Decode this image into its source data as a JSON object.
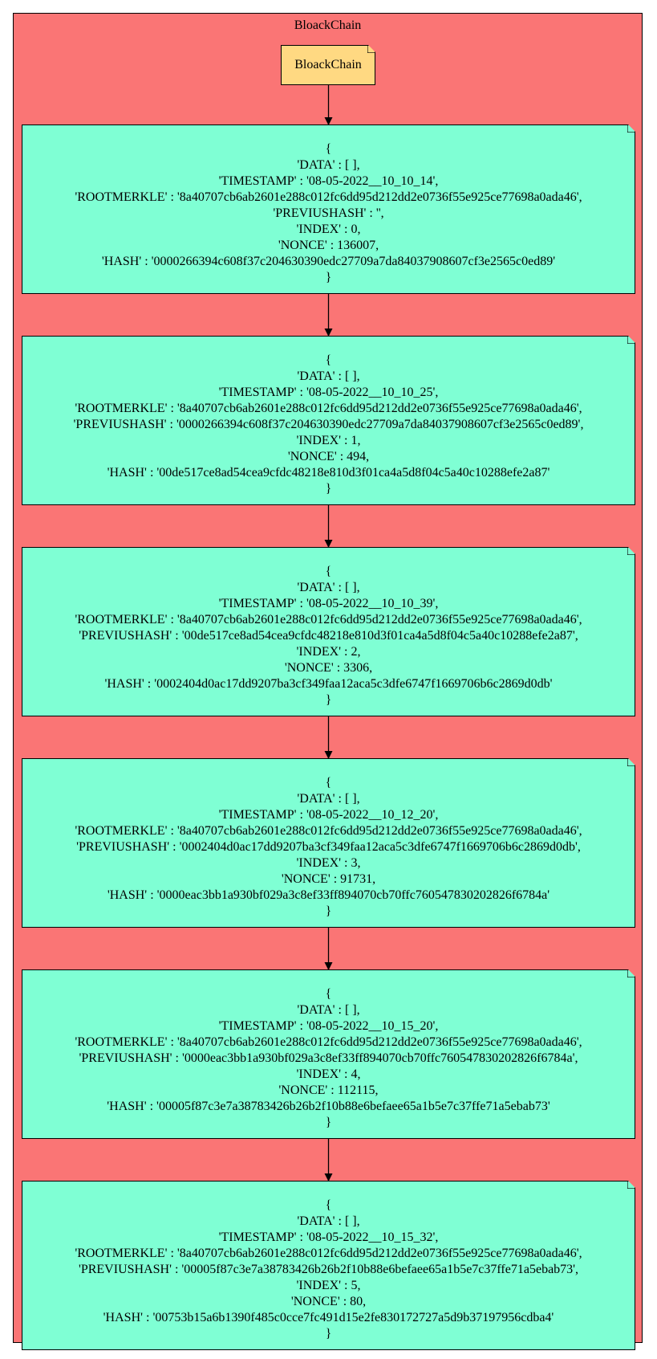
{
  "cluster": {
    "label": "BloackChain"
  },
  "root": {
    "label": "BloackChain"
  },
  "colors": {
    "cluster_fill": "#fa7575",
    "root_fill": "#ffd982",
    "block_fill": "#7fffd4",
    "edge": "#000000"
  },
  "blocks": [
    {
      "open": "{",
      "data": "'DATA' : [ ],",
      "timestamp": "'TIMESTAMP' : '08-05-2022__10_10_14',",
      "rootmerkle": "'ROOTMERKLE' : '8a40707cb6ab2601e288c012fc6dd95d212dd2e0736f55e925ce77698a0ada46',",
      "prevhash": "'PREVIUSHASH' : '',",
      "index": "'INDEX' : 0,",
      "nonce": "'NONCE' : 136007,",
      "hash": "'HASH' : '0000266394c608f37c204630390edc27709a7da84037908607cf3e2565c0ed89'",
      "close": "}"
    },
    {
      "open": "{",
      "data": "'DATA' : [ ],",
      "timestamp": "'TIMESTAMP' : '08-05-2022__10_10_25',",
      "rootmerkle": "'ROOTMERKLE' : '8a40707cb6ab2601e288c012fc6dd95d212dd2e0736f55e925ce77698a0ada46',",
      "prevhash": "'PREVIUSHASH' : '0000266394c608f37c204630390edc27709a7da84037908607cf3e2565c0ed89',",
      "index": "'INDEX' : 1,",
      "nonce": "'NONCE' : 494,",
      "hash": "'HASH' : '00de517ce8ad54cea9cfdc48218e810d3f01ca4a5d8f04c5a40c10288efe2a87'",
      "close": "}"
    },
    {
      "open": "{",
      "data": "'DATA' : [ ],",
      "timestamp": "'TIMESTAMP' : '08-05-2022__10_10_39',",
      "rootmerkle": "'ROOTMERKLE' : '8a40707cb6ab2601e288c012fc6dd95d212dd2e0736f55e925ce77698a0ada46',",
      "prevhash": "'PREVIUSHASH' : '00de517ce8ad54cea9cfdc48218e810d3f01ca4a5d8f04c5a40c10288efe2a87',",
      "index": "'INDEX' : 2,",
      "nonce": "'NONCE' : 3306,",
      "hash": "'HASH' : '0002404d0ac17dd9207ba3cf349faa12aca5c3dfe6747f1669706b6c2869d0db'",
      "close": "}"
    },
    {
      "open": "{",
      "data": "'DATA' : [ ],",
      "timestamp": "'TIMESTAMP' : '08-05-2022__10_12_20',",
      "rootmerkle": "'ROOTMERKLE' : '8a40707cb6ab2601e288c012fc6dd95d212dd2e0736f55e925ce77698a0ada46',",
      "prevhash": "'PREVIUSHASH' : '0002404d0ac17dd9207ba3cf349faa12aca5c3dfe6747f1669706b6c2869d0db',",
      "index": "'INDEX' : 3,",
      "nonce": "'NONCE' : 91731,",
      "hash": "'HASH' : '0000eac3bb1a930bf029a3c8ef33ff894070cb70ffc760547830202826f6784a'",
      "close": "}"
    },
    {
      "open": "{",
      "data": "'DATA' : [ ],",
      "timestamp": "'TIMESTAMP' : '08-05-2022__10_15_20',",
      "rootmerkle": "'ROOTMERKLE' : '8a40707cb6ab2601e288c012fc6dd95d212dd2e0736f55e925ce77698a0ada46',",
      "prevhash": "'PREVIUSHASH' : '0000eac3bb1a930bf029a3c8ef33ff894070cb70ffc760547830202826f6784a',",
      "index": "'INDEX' : 4,",
      "nonce": "'NONCE' : 112115,",
      "hash": "'HASH' : '00005f87c3e7a38783426b26b2f10b88e6befaee65a1b5e7c37ffe71a5ebab73'",
      "close": "}"
    },
    {
      "open": "{",
      "data": "'DATA' : [ ],",
      "timestamp": "'TIMESTAMP' : '08-05-2022__10_15_32',",
      "rootmerkle": "'ROOTMERKLE' : '8a40707cb6ab2601e288c012fc6dd95d212dd2e0736f55e925ce77698a0ada46',",
      "prevhash": "'PREVIUSHASH' : '00005f87c3e7a38783426b26b2f10b88e6befaee65a1b5e7c37ffe71a5ebab73',",
      "index": "'INDEX' : 5,",
      "nonce": "'NONCE' : 80,",
      "hash": "'HASH' : '00753b15a6b1390f485c0cce7fc491d15e2fe830172727a5d9b37197956cdba4'",
      "close": "}"
    }
  ]
}
